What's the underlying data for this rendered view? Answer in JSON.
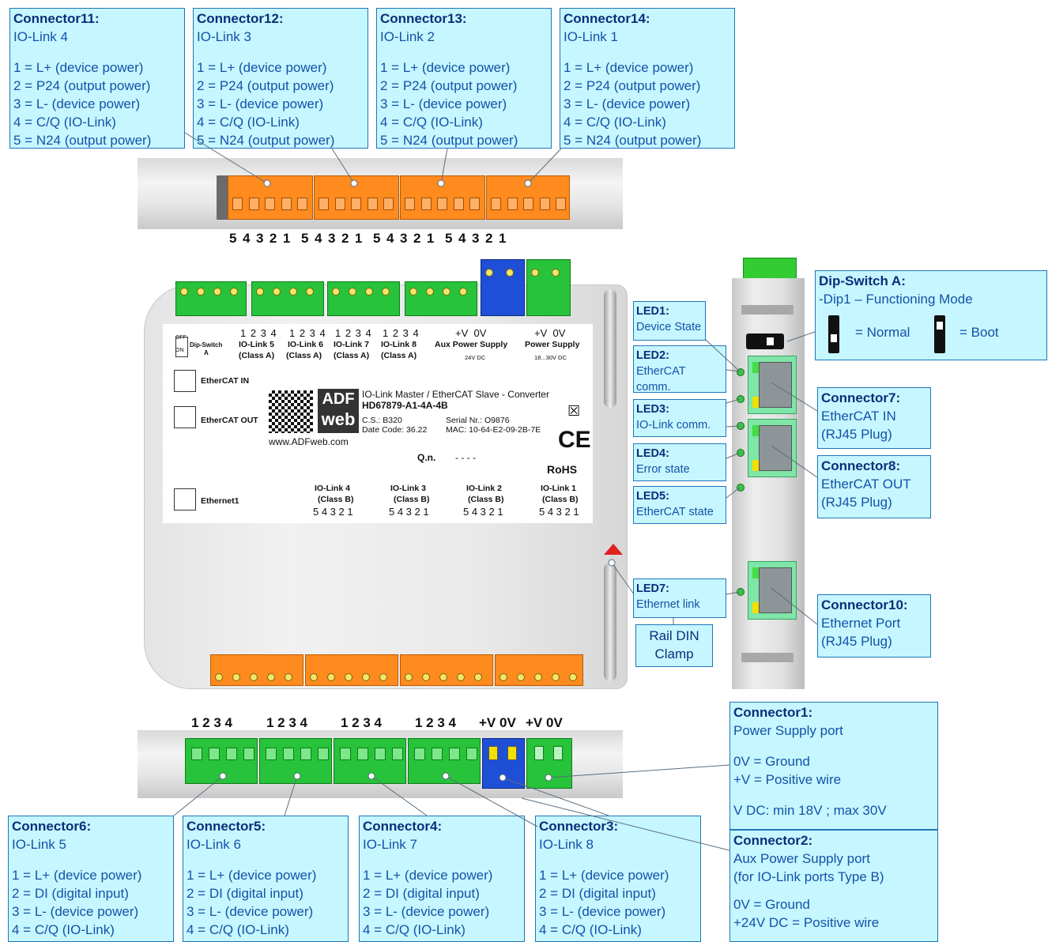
{
  "top_connectors": [
    {
      "title": "Connector11:",
      "subtitle": "IO-Link 4",
      "lines": [
        "1 = L+ (device power)",
        "2 = P24 (output power)",
        "3 = L- (device power)",
        "4 = C/Q (IO-Link)",
        "5 = N24 (output power)"
      ]
    },
    {
      "title": "Connector12:",
      "subtitle": "IO-Link 3",
      "lines": [
        "1 = L+ (device power)",
        "2 = P24 (output power)",
        "3 = L- (device power)",
        "4 = C/Q (IO-Link)",
        "5 = N24 (output power)"
      ]
    },
    {
      "title": "Connector13:",
      "subtitle": "IO-Link 2",
      "lines": [
        "1 = L+ (device power)",
        "2 = P24 (output power)",
        "3 = L- (device power)",
        "4 = C/Q (IO-Link)",
        "5 = N24 (output power)"
      ]
    },
    {
      "title": "Connector14:",
      "subtitle": "IO-Link 1",
      "lines": [
        "1 = L+ (device power)",
        "2 = P24 (output power)",
        "3 = L- (device power)",
        "4 = C/Q (IO-Link)",
        "5 = N24 (output power)"
      ]
    }
  ],
  "bottom_connectors": [
    {
      "title": "Connector6:",
      "subtitle": "IO-Link 5",
      "lines": [
        "1 = L+ (device power)",
        "2 = DI (digital input)",
        "3 = L- (device power)",
        "4 = C/Q (IO-Link)"
      ]
    },
    {
      "title": "Connector5:",
      "subtitle": "IO-Link 6",
      "lines": [
        "1 = L+ (device power)",
        "2 = DI (digital input)",
        "3 = L- (device power)",
        "4 = C/Q (IO-Link)"
      ]
    },
    {
      "title": "Connector4:",
      "subtitle": "IO-Link 7",
      "lines": [
        "1 = L+ (device power)",
        "2 = DI (digital input)",
        "3 = L- (device power)",
        "4 = C/Q (IO-Link)"
      ]
    },
    {
      "title": "Connector3:",
      "subtitle": "IO-Link 8",
      "lines": [
        "1 = L+ (device power)",
        "2 = DI (digital input)",
        "3 = L- (device power)",
        "4 = C/Q (IO-Link)"
      ]
    }
  ],
  "connector1": {
    "title": "Connector1:",
    "subtitle": "Power Supply port",
    "lines": [
      "0V = Ground",
      "+V = Positive wire"
    ],
    "note": "V DC: min 18V ; max 30V"
  },
  "connector2": {
    "title": "Connector2:",
    "lines": [
      "Aux Power Supply port",
      "(for IO-Link ports Type B)"
    ],
    "lines2": [
      "0V = Ground",
      "+24V DC = Positive wire"
    ]
  },
  "connector7": {
    "title": "Connector7:",
    "lines": [
      "EtherCAT IN",
      "(RJ45 Plug)"
    ]
  },
  "connector8": {
    "title": "Connector8:",
    "lines": [
      "EtherCAT OUT",
      "(RJ45 Plug)"
    ]
  },
  "connector10": {
    "title": "Connector10:",
    "lines": [
      "Ethernet Port",
      "(RJ45 Plug)"
    ]
  },
  "dip_switch": {
    "title": "Dip-Switch A:",
    "desc": "-Dip1 – Functioning Mode",
    "normal": "= Normal",
    "boot": "= Boot"
  },
  "leds": [
    {
      "title": "LED1:",
      "lines": [
        "Device State"
      ]
    },
    {
      "title": "LED2:",
      "lines": [
        "EtherCAT",
        "comm."
      ]
    },
    {
      "title": "LED3:",
      "lines": [
        "IO-Link comm."
      ]
    },
    {
      "title": "LED4:",
      "lines": [
        "Error state"
      ]
    },
    {
      "title": "LED5:",
      "lines": [
        "EtherCAT state"
      ]
    },
    {
      "title": "LED7:",
      "lines": [
        "Ethernet link"
      ]
    }
  ],
  "rail_clamp": [
    "Rail DIN",
    "Clamp"
  ],
  "top_pin_numbers": "5 4 3 2 1  5 4 3 2 1  5 4 3 2 1  5 4 3 2 1",
  "bottom_pin_numbers": [
    "1 2 3 4",
    "1 2 3 4",
    "1 2 3 4",
    "1 2 3 4",
    "+V 0V",
    "+V 0V"
  ],
  "device_label": {
    "dip_switch": [
      "Dip-Switch",
      "A"
    ],
    "dip_off": "OFF",
    "dip_on": "ON",
    "ports_top": [
      {
        "nums": "1 2 3 4",
        "name": "IO-Link 5",
        "cls": "(Class A)"
      },
      {
        "nums": "1 2 3 4",
        "name": "IO-Link 6",
        "cls": "(Class A)"
      },
      {
        "nums": "1 2 3 4",
        "name": "IO-Link 7",
        "cls": "(Class A)"
      },
      {
        "nums": "1 2 3 4",
        "name": "IO-Link 8",
        "cls": "(Class A)"
      }
    ],
    "aux_power": {
      "nums": "+V  0V",
      "name": "Aux Power Supply",
      "volt": "24V DC"
    },
    "power": {
      "nums": "+V  0V",
      "name": "Power Supply",
      "volt": "18...30V DC"
    },
    "ethercat_in": "EtherCAT IN",
    "ethercat_out": "EtherCAT OUT",
    "ethernet1": "Ethernet1",
    "product_desc": "IO-Link Master / EtherCAT Slave - Converter",
    "model": "HD67879-A1-4A-4B",
    "cs": "C.S.: B320",
    "serial": "Serial Nr.: O9876",
    "date_code": "Date Code: 36.22",
    "mac": "MAC: 10-64-E2-09-2B-7E",
    "website": "www.ADFweb.com",
    "qn_label": "Q.n.",
    "qn_value": "- - - -",
    "logo_adf": "ADF",
    "logo_web": "web",
    "ce": "CE",
    "rohs": "RoHS",
    "ports_bottom": [
      {
        "name": "IO-Link 4",
        "cls": "(Class B)",
        "nums": "5 4 3 2 1"
      },
      {
        "name": "IO-Link 3",
        "cls": "(Class B)",
        "nums": "5 4 3 2 1"
      },
      {
        "name": "IO-Link 2",
        "cls": "(Class B)",
        "nums": "5 4 3 2 1"
      },
      {
        "name": "IO-Link 1",
        "cls": "(Class B)",
        "nums": "5 4 3 2 1"
      }
    ]
  }
}
